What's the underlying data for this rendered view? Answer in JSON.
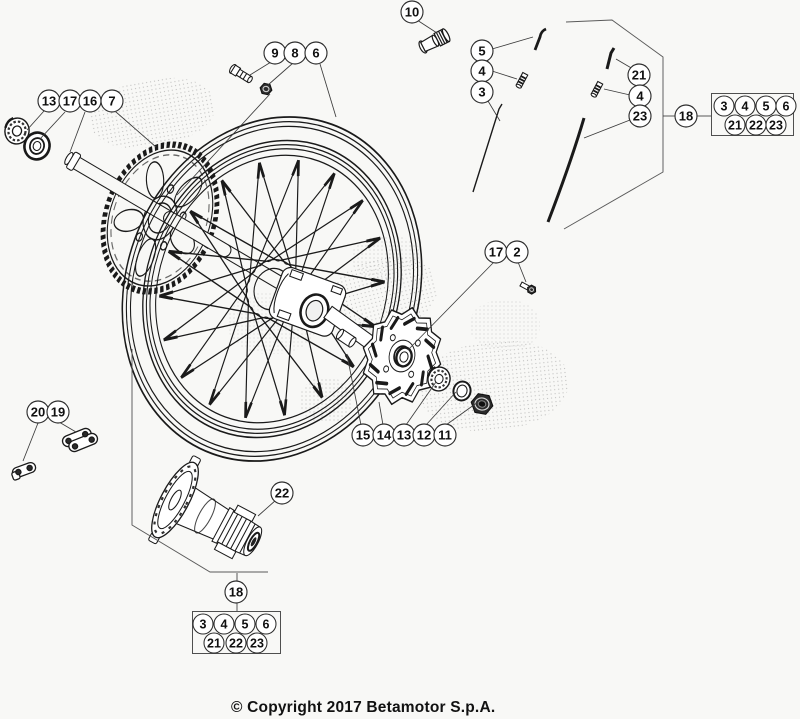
{
  "footer": {
    "copyright": "© Copyright 2017 Betamotor S.p.A."
  },
  "callouts": {
    "c10": "10",
    "c9": "9",
    "c8": "8",
    "c6": "6",
    "c13_left": "13",
    "c17_left": "17",
    "c16": "16",
    "c7": "7",
    "c5": "5",
    "c4_left": "4",
    "c3": "3",
    "c21": "21",
    "c4_right": "4",
    "c23": "23",
    "c18_right": "18",
    "c17_right": "17",
    "c2": "2",
    "c15": "15",
    "c14": "14",
    "c13_right": "13",
    "c12": "12",
    "c11": "11",
    "c20": "20",
    "c19": "19",
    "c22": "22",
    "c18_bottom": "18"
  },
  "group_box_right": {
    "row1": [
      "3",
      "4",
      "5",
      "6"
    ],
    "row2": [
      "21",
      "22",
      "23"
    ]
  },
  "group_box_bottom": {
    "row1": [
      "3",
      "4",
      "5",
      "6"
    ],
    "row2": [
      "21",
      "22",
      "23"
    ]
  }
}
